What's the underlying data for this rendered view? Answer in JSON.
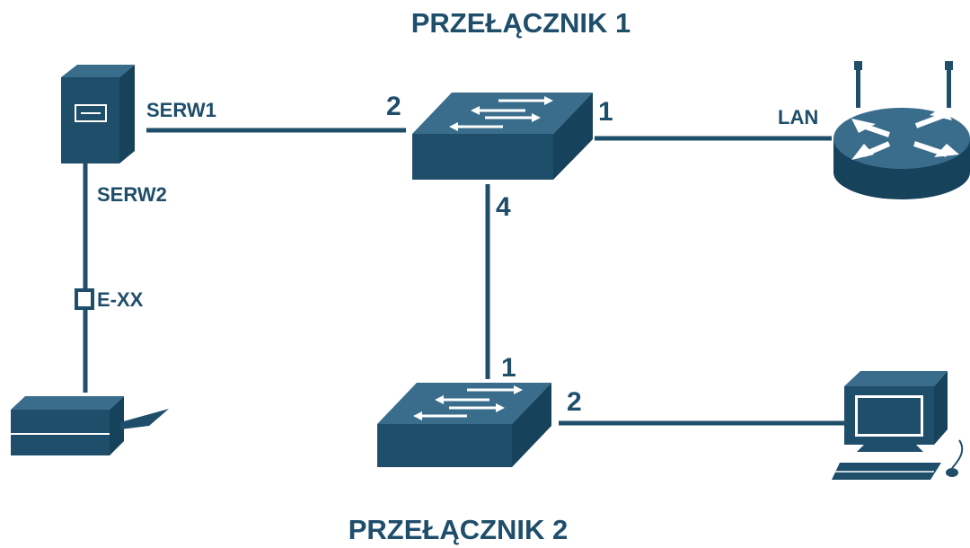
{
  "colors": {
    "primary": "#1f4e6b",
    "top_face": "#3a6d8c",
    "side_face": "#17425c",
    "white": "#ffffff"
  },
  "titles": {
    "switch1": "PRZEŁĄCZNIK 1",
    "switch2": "PRZEŁĄCZNIK 2"
  },
  "labels": {
    "serw1": "SERW1",
    "serw2": "SERW2",
    "exx": "E-XX",
    "lan": "LAN"
  },
  "ports": {
    "sw1_to_server": "2",
    "sw1_to_router": "1",
    "sw1_to_sw2": "4",
    "sw2_to_sw1": "1",
    "sw2_to_pc": "2"
  },
  "icons": {
    "server": "server-icon",
    "printer": "printer-icon",
    "router": "router-icon",
    "switch": "switch-icon",
    "pc": "computer-icon",
    "outlet": "wall-outlet-icon"
  }
}
